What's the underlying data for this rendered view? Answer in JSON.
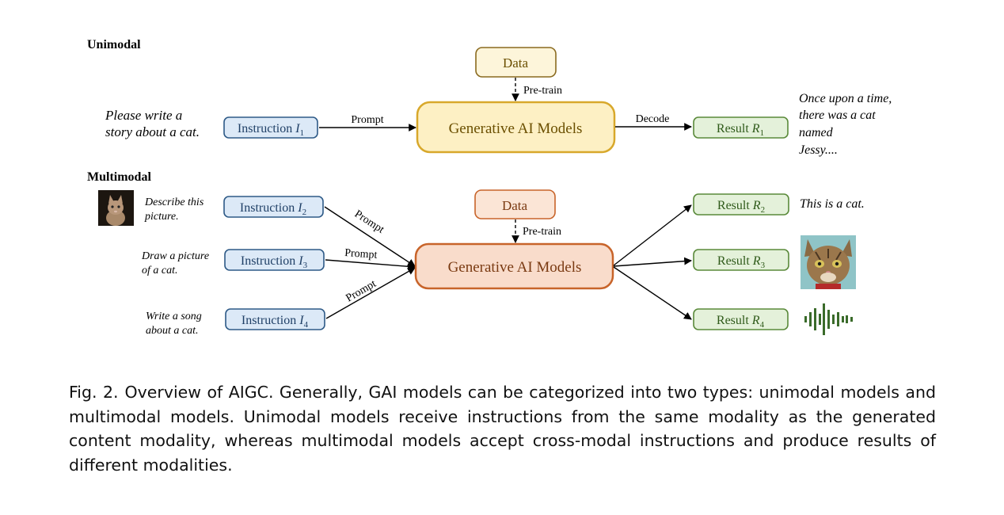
{
  "figure": {
    "unimodal": {
      "title": "Unimodal",
      "input_lines": [
        "Please write a",
        "story about a cat."
      ],
      "instruction": {
        "label": "Instruction",
        "var": "I",
        "sub": "1"
      },
      "prompt_label": "Prompt",
      "data_label": "Data",
      "pretrain_label": "Pre-train",
      "model_label": "Generative AI Models",
      "decode_label": "Decode",
      "result": {
        "label": "Result",
        "var": "R",
        "sub": "1"
      },
      "output_lines": [
        "Once upon a time,",
        "there was a cat",
        "named",
        "Jessy...."
      ]
    },
    "multimodal": {
      "title": "Multimodal",
      "data_label": "Data",
      "pretrain_label": "Pre-train",
      "model_label": "Generative AI Models",
      "prompt_label": "Prompt",
      "inputs": [
        {
          "lines": [
            "Describe this",
            "picture."
          ],
          "instruction": {
            "label": "Instruction",
            "var": "I",
            "sub": "2"
          }
        },
        {
          "lines": [
            "Draw a picture",
            "of a cat."
          ],
          "instruction": {
            "label": "Instruction",
            "var": "I",
            "sub": "3"
          }
        },
        {
          "lines": [
            "Write a song",
            "about a cat."
          ],
          "instruction": {
            "label": "Instruction",
            "var": "I",
            "sub": "4"
          }
        }
      ],
      "results": [
        {
          "label": "Result",
          "var": "R",
          "sub": "2",
          "output_text": "This is a cat."
        },
        {
          "label": "Result",
          "var": "R",
          "sub": "3"
        },
        {
          "label": "Result",
          "var": "R",
          "sub": "4"
        }
      ]
    },
    "colors": {
      "instruction_fill": "#dce9f7",
      "instruction_stroke": "#2e5a87",
      "uni_model_fill": "#fdf0c4",
      "uni_model_stroke": "#d8a82b",
      "uni_text": "#6b4f00",
      "uni_data_fill": "#fdf5da",
      "uni_data_stroke": "#8a6a1f",
      "multi_model_fill": "#f9dccb",
      "multi_model_stroke": "#c8642a",
      "multi_text": "#7a3a12",
      "result_fill": "#e4f1da",
      "result_stroke": "#5a8a3a",
      "waveform": "#3a6b2a"
    }
  },
  "caption": {
    "label": "Fig. 2.",
    "text": "Overview of AIGC. Generally, GAI models can be categorized into two types: unimodal models and multimodal models. Unimodal models receive instructions from the same modality as the generated content modality, whereas multimodal models accept cross-modal instructions and produce results of different modalities."
  }
}
